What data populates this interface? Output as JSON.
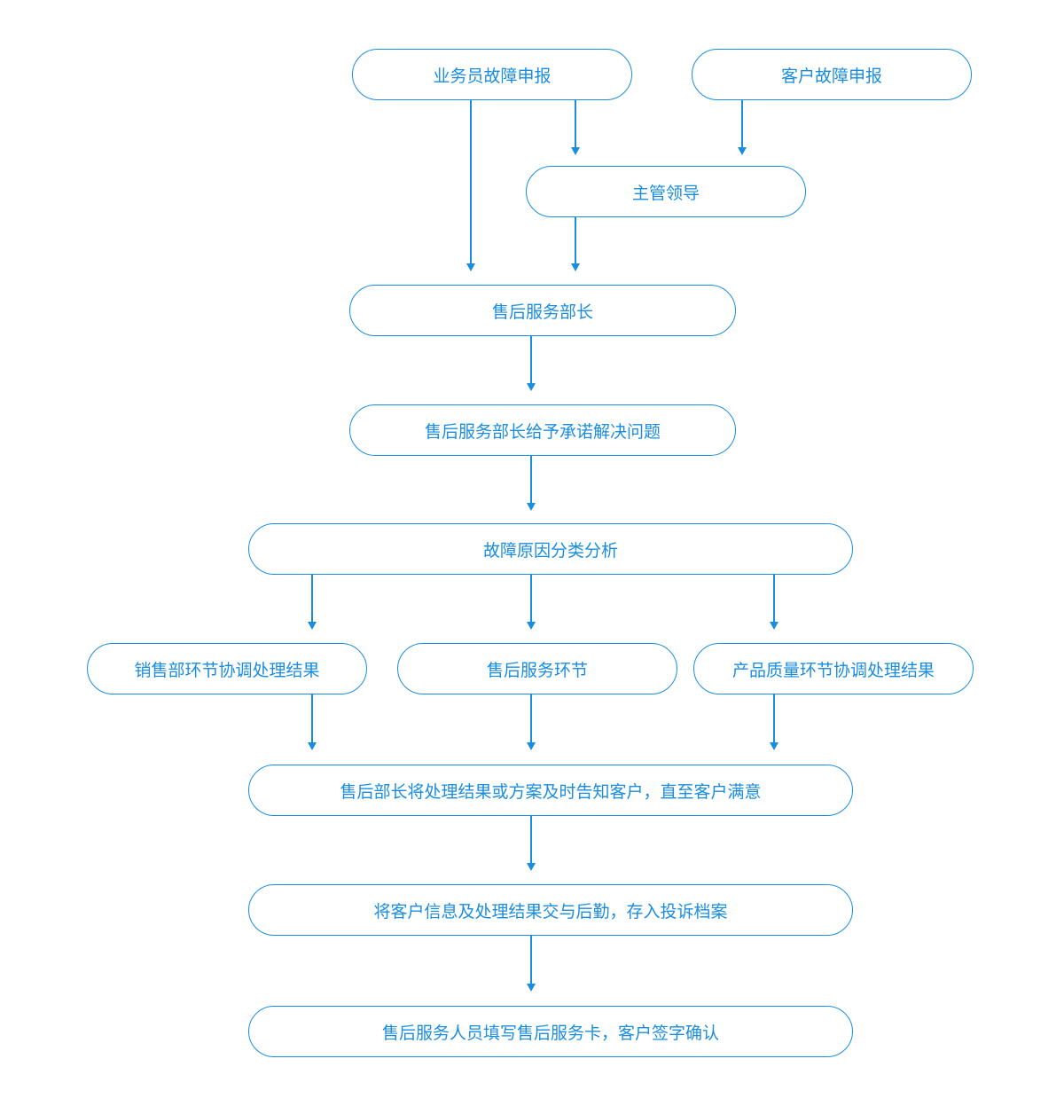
{
  "nodes": {
    "salesman_report": "业务员故障申报",
    "customer_report": "客户故障申报",
    "supervisor": "主管领导",
    "after_sales_minister": "售后服务部长",
    "minister_commitment": "售后服务部长给予承诺解决问题",
    "fault_analysis": "故障原因分类分析",
    "sales_coordination": "销售部环节协调处理结果",
    "after_sales_stage": "售后服务环节",
    "quality_coordination": "产品质量环节协调处理结果",
    "notify_customer": "售后部长将处理结果或方案及时告知客户，直至客户满意",
    "archive": "将客户信息及处理结果交与后勤，存入投诉档案",
    "service_card": "售后服务人员填写售后服务卡，客户签字确认"
  },
  "colors": {
    "accent": "#1a8de0",
    "background": "#ffffff"
  }
}
